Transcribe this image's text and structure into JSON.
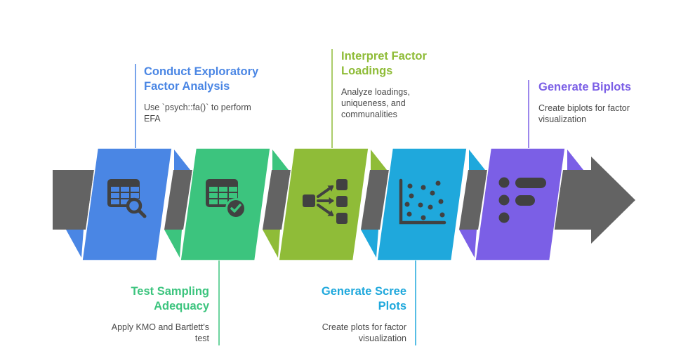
{
  "diagram": {
    "type": "process-arrow",
    "band_color": "#636363",
    "icon_color": "#414141",
    "steps": [
      {
        "order": 1,
        "title": "Conduct Exploratory Factor Analysis",
        "title_lines": [
          "Conduct Exploratory",
          "Factor Analysis"
        ],
        "description_lines": [
          "Use `psych::fa()` to perform",
          "EFA"
        ],
        "color": "#4A86E4",
        "icon": "table-search-icon",
        "label_position": "top"
      },
      {
        "order": 2,
        "title": "Test Sampling Adequacy",
        "title_lines": [
          "Test Sampling",
          "Adequacy"
        ],
        "description_lines": [
          "Apply KMO and Bartlett's",
          "test"
        ],
        "color": "#3CC47E",
        "icon": "table-check-icon",
        "label_position": "bottom"
      },
      {
        "order": 3,
        "title": "Interpret Factor Loadings",
        "title_lines": [
          "Interpret Factor",
          "Loadings"
        ],
        "description_lines": [
          "Analyze loadings,",
          "uniqueness, and",
          "communalities"
        ],
        "color": "#8FBC38",
        "icon": "network-flow-icon",
        "label_position": "top"
      },
      {
        "order": 4,
        "title": "Generate Scree Plots",
        "title_lines": [
          "Generate Scree",
          "Plots"
        ],
        "description_lines": [
          "Create plots for factor",
          "visualization"
        ],
        "color": "#1FA8DC",
        "icon": "scatter-plot-icon",
        "label_position": "bottom"
      },
      {
        "order": 5,
        "title": "Generate Biplots",
        "title_lines": [
          "Generate Biplots"
        ],
        "description_lines": [
          "Create biplots for factor",
          "visualization"
        ],
        "color": "#7B5FE6",
        "icon": "list-bullets-icon",
        "label_position": "top"
      }
    ]
  }
}
